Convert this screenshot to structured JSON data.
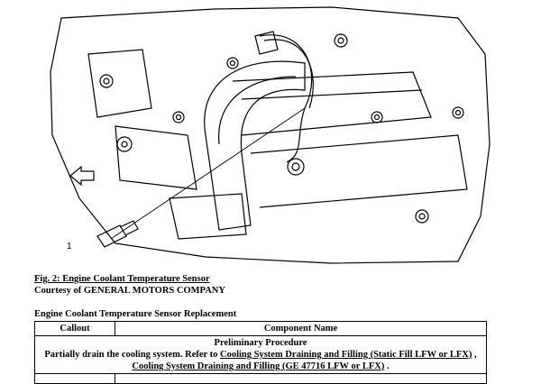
{
  "figure": {
    "callout_number": "1",
    "caption_title": "Fig. 2: Engine Coolant Temperature Sensor",
    "caption_courtesy": "Courtesy of GENERAL MOTORS COMPANY"
  },
  "section_title": "Engine Coolant Temperature Sensor Replacement",
  "table": {
    "headers": [
      "Callout",
      "Component Name"
    ],
    "preliminary_heading": "Preliminary Procedure",
    "procedure": {
      "prefix": "Partially drain the cooling system. Refer to ",
      "link1": "Cooling System Draining and Filling (Static Fill LFW or LFX)",
      "separator": " , ",
      "link2": "Cooling System Draining and Filling (GE 47716 LFW or LFX)",
      "suffix": " ."
    }
  }
}
